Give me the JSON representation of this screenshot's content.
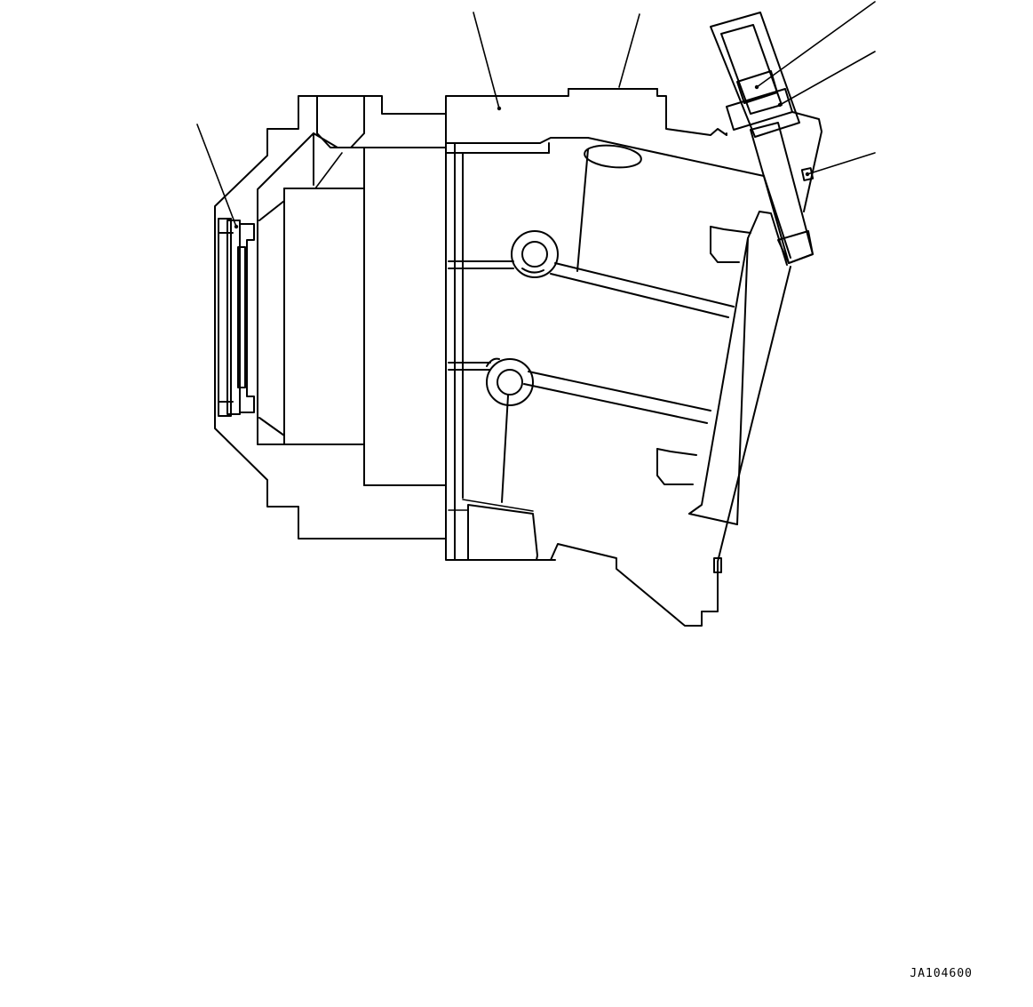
{
  "figure": {
    "code": "JA104600",
    "line_color": "#000000",
    "background": "#ffffff",
    "leaders": [
      {
        "name": "leader-left-seal"
      },
      {
        "name": "leader-housing"
      },
      {
        "name": "leader-top-port"
      },
      {
        "name": "leader-sensor-upper"
      },
      {
        "name": "leader-sensor-lower"
      },
      {
        "name": "leader-sensor-screw"
      }
    ]
  }
}
